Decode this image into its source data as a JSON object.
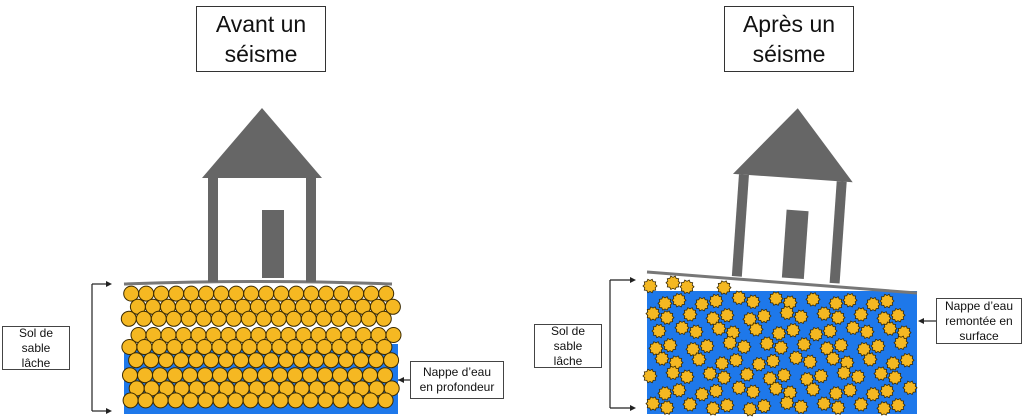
{
  "before": {
    "title": "Avant un séisme",
    "soil_label": "Sol de sable lâche",
    "water_label": "Nappe d’eau en profondeur"
  },
  "after": {
    "title": "Après un séisme",
    "soil_label": "Sol de sable lâche",
    "water_label": "Nappe d’eau remontée en surface"
  },
  "colors": {
    "house": "#666666",
    "sand_grain": "#f5b822",
    "grain_outline": "#3a2a00",
    "water": "#1e78ea",
    "ground_line": "#777777"
  }
}
